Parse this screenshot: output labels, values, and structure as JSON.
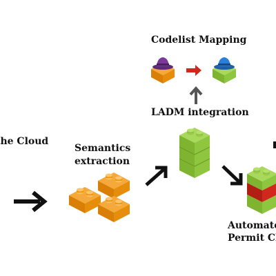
{
  "labels": {
    "codelist_mapping": "Codelist Mapping",
    "ladm_integration": "LADM integration",
    "cloud_fragment": "the Cloud",
    "semantics_line1": "Semantics",
    "semantics_line2": "extraction",
    "automated_line1": "Automate",
    "automated_line2": "Permit Ch"
  },
  "colors": {
    "orange_brick": "#f0960f",
    "green_brick": "#8fc63f",
    "red_band": "#d0281c",
    "purple_hat": "#7a3a9a",
    "blue_hat": "#2a7fd8",
    "arrow_black": "#111111",
    "arrow_gray": "#555555",
    "arrow_red": "#d0281c"
  }
}
